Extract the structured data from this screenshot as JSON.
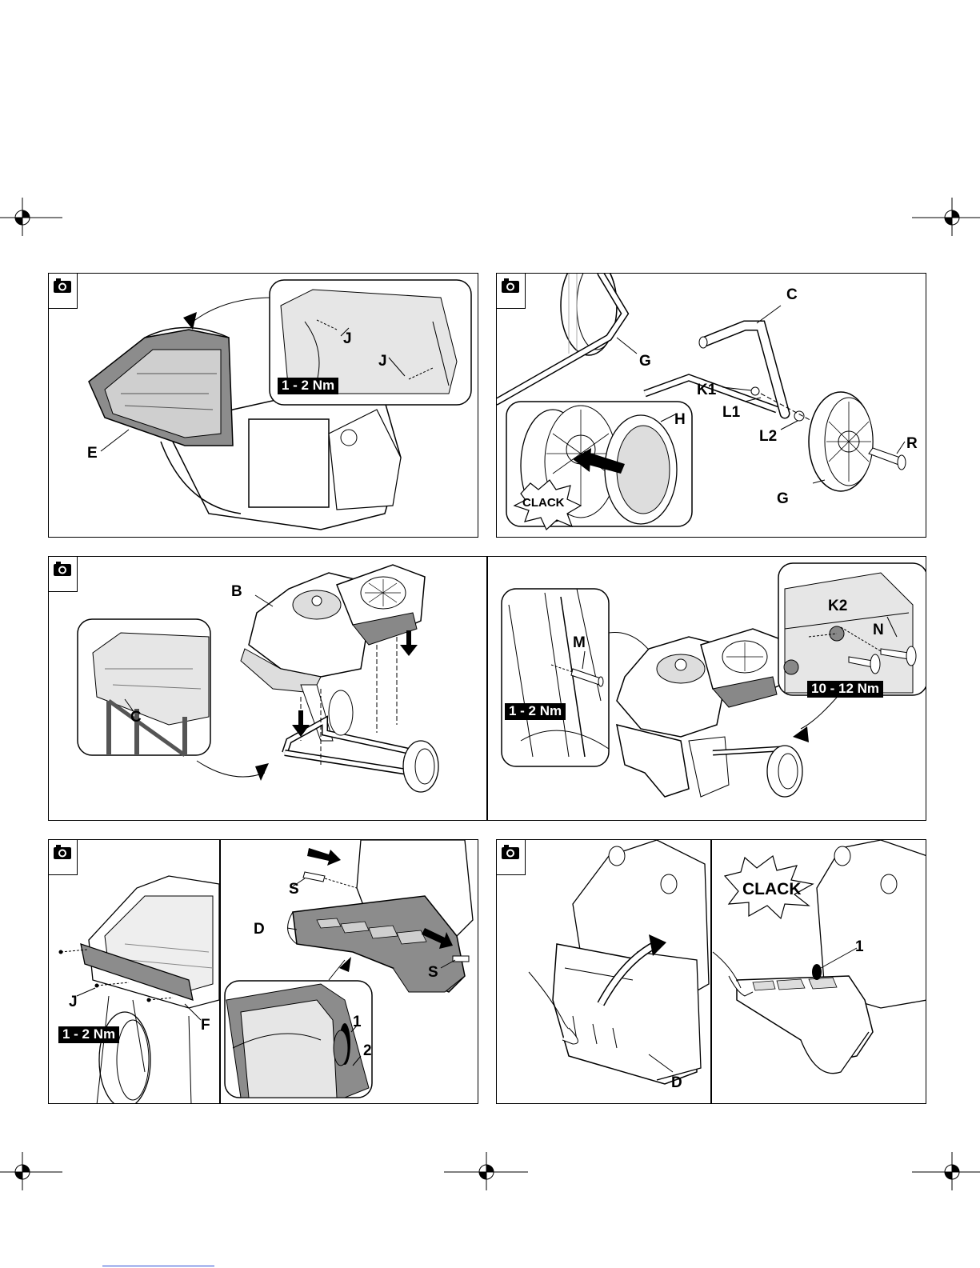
{
  "panel1": {
    "labels": {
      "E": "E",
      "J1": "J",
      "J2": "J"
    },
    "torque": "1 - 2 Nm"
  },
  "panel2": {
    "labels": {
      "C": "C",
      "G1": "G",
      "G2": "G",
      "H": "H",
      "K1": "K1",
      "L1": "L1",
      "L2": "L2",
      "R": "R"
    },
    "clack": "CLACK"
  },
  "panel3": {
    "labels": {
      "B": "B",
      "C": "C"
    }
  },
  "panel4": {
    "labels": {
      "M": "M",
      "K2": "K2",
      "N": "N"
    },
    "torque_left": "1 - 2 Nm",
    "torque_right": "10 - 12 Nm"
  },
  "panel5": {
    "labels": {
      "J": "J",
      "F": "F",
      "S1": "S",
      "S2": "S",
      "D": "D",
      "n1": "1",
      "n2": "2"
    },
    "torque": "1 - 2 Nm"
  },
  "panel6": {
    "labels": {
      "D": "D",
      "n1": "1"
    },
    "clack": "CLACK"
  },
  "colors": {
    "line": "#000000",
    "gray": "#8c8c8c",
    "light_gray": "#d9d9d9",
    "bottom_link": "#2a4bd7"
  }
}
